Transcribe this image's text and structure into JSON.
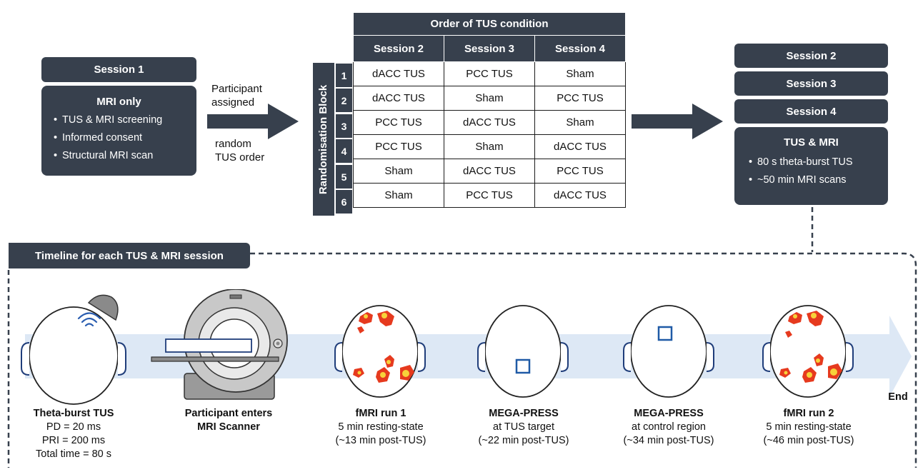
{
  "session1": {
    "header": "Session 1",
    "title": "MRI only",
    "items": [
      "TUS & MRI screening",
      "Informed consent",
      "Structural MRI scan"
    ]
  },
  "assignment": {
    "line1": "Participant",
    "line2": "assigned",
    "line3": "random",
    "line4": "TUS order"
  },
  "table": {
    "title": "Order of TUS condition",
    "row_axis_label": "Randomisation Block",
    "columns": [
      "Session 2",
      "Session 3",
      "Session 4"
    ],
    "rows": [
      {
        "block": "1",
        "cells": [
          "dACC TUS",
          "PCC TUS",
          "Sham"
        ]
      },
      {
        "block": "2",
        "cells": [
          "dACC TUS",
          "Sham",
          "PCC TUS"
        ]
      },
      {
        "block": "3",
        "cells": [
          "PCC TUS",
          "dACC TUS",
          "Sham"
        ]
      },
      {
        "block": "4",
        "cells": [
          "PCC TUS",
          "Sham",
          "dACC TUS"
        ]
      },
      {
        "block": "5",
        "cells": [
          "Sham",
          "dACC TUS",
          "PCC TUS"
        ]
      },
      {
        "block": "6",
        "cells": [
          "Sham",
          "PCC TUS",
          "dACC TUS"
        ]
      }
    ]
  },
  "sessions_right": {
    "headers": [
      "Session 2",
      "Session 3",
      "Session 4"
    ],
    "title": "TUS & MRI",
    "items": [
      "80 s theta-burst TUS",
      "~50 min MRI scans"
    ]
  },
  "timeline": {
    "title": "Timeline for each TUS & MRI session",
    "end_label": "End",
    "steps": [
      {
        "title": "Theta-burst TUS",
        "lines": [
          "PD = 20 ms",
          "PRI = 200 ms",
          "Total time = 80 s"
        ]
      },
      {
        "title": "Participant enters",
        "title2": "MRI Scanner",
        "lines": []
      },
      {
        "title": "fMRI run 1",
        "lines": [
          "5 min resting-state",
          "(~13 min post-TUS)"
        ]
      },
      {
        "title": "MEGA-PRESS",
        "lines": [
          "at TUS target",
          "(~22 min post-TUS)"
        ]
      },
      {
        "title": "MEGA-PRESS",
        "lines": [
          "at control region",
          "(~34 min post-TUS)"
        ]
      },
      {
        "title": "fMRI run 2",
        "lines": [
          "5 min resting-state",
          "(~46 min post-TUS)"
        ]
      }
    ]
  },
  "colors": {
    "dark_box": "#37404d",
    "arrow": "#37404d",
    "timeline_band": "#dde8f5",
    "target_square": "#1f5aa6",
    "activation_red": "#e63a1e",
    "activation_yellow": "#f7d23a"
  }
}
